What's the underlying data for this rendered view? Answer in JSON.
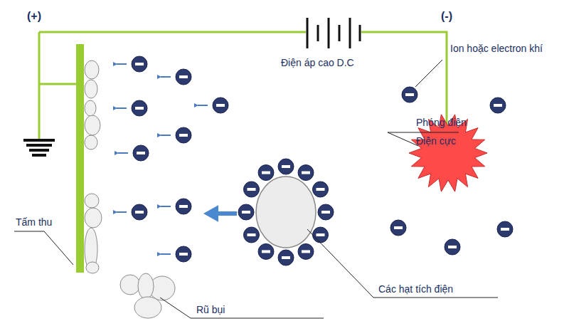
{
  "diagram": {
    "labels": [
      "(+)",
      "(-)",
      "Điện áp cao D.C",
      "Ion hoặc electron khí",
      "Phóng điện",
      "Điện cực",
      "Tấm thu",
      "Các hạt tích điện",
      "Rũ bụi"
    ]
  }
}
